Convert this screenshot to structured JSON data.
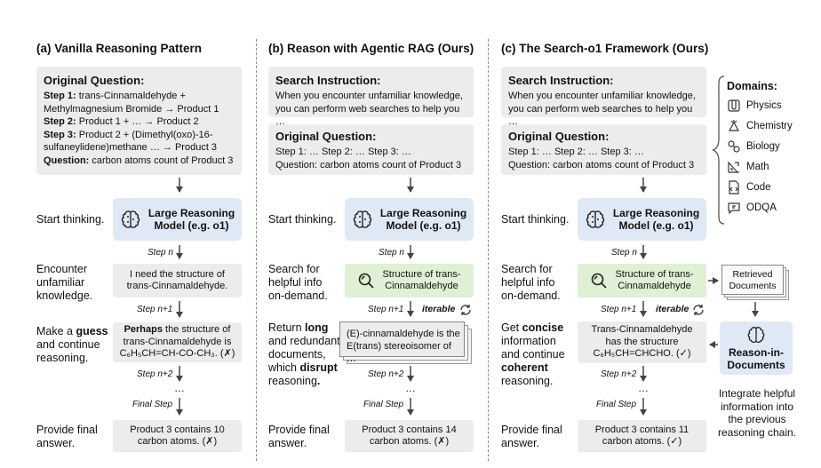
{
  "panels": {
    "a": {
      "title": "(a) Vanilla Reasoning Pattern",
      "question": {
        "header": "Original Question:",
        "step1_bold": "Step 1:",
        "step1_text1": " trans-Cinnamaldehyde +",
        "step1_text2": "Methylmagnesium Bromide → Product 1",
        "step2_bold": "Step 2:",
        "step2_text": " Product 1 + … → Product 2",
        "step3_bold": "Step 3:",
        "step3_text1": " Product 2 + (Dimethyl(oxo)-16-",
        "step3_text2": "sulfaneylidene)methane … → Product 3",
        "q_bold": "Question:",
        "q_text": " carbon atoms count of Product 3"
      },
      "label_start": "Start thinking.",
      "lrm_line1": "Large Reasoning",
      "lrm_line2": "Model (e.g. o1)",
      "step_n": "Step n",
      "label_encounter": [
        "Encounter",
        "unfamiliar",
        "knowledge."
      ],
      "need_line1": "I need the structure of",
      "need_line2": "trans-Cinnamaldehyde.",
      "step_n1": "Step n+1",
      "label_guess_1": "Make a ",
      "label_guess_bold": "guess",
      "label_guess_2": "and continue",
      "label_guess_3": "reasoning.",
      "guess_bold": "Perhaps",
      "guess_text1": " the structure of",
      "guess_text2": "trans-Cinnamaldehyde is",
      "guess_formula": "C₆H₅CH=CH-CO-CH₃. (✗)",
      "step_n2": "Step n+2",
      "dots": "…",
      "final_step": "Final Step",
      "label_final": [
        "Provide final",
        "answer."
      ],
      "answer_line1": "Product 3 contains 10",
      "answer_line2": "carbon atoms. (✗)"
    },
    "b": {
      "title": "(b) Reason with Agentic RAG (Ours)",
      "instr_header": "Search Instruction:",
      "instr_line1": "When you encounter unfamiliar knowledge,",
      "instr_line2": "you can perform web searches to help you …",
      "q_header": "Original Question:",
      "q_line1": "Step 1: … Step 2: … Step 3: …",
      "q_line2": "Question: carbon atoms count of Product 3",
      "label_start": "Start thinking.",
      "lrm_line1": "Large Reasoning",
      "lrm_line2": "Model (e.g. o1)",
      "step_n": "Step n",
      "label_search": [
        "Search for",
        "helpful info",
        "on-demand."
      ],
      "search_line1": "Structure of trans-",
      "search_line2": "Cinnamaldehyde",
      "step_n1": "Step n+1",
      "iterable": "iterable",
      "label_return_1": "Return ",
      "label_return_bold1": "long",
      "label_return_2": "and redundant",
      "label_return_3": "documents,",
      "label_return_4": "which ",
      "label_return_bold2": "disrupt",
      "label_return_5": "reasoning",
      "label_return_dot": ".",
      "doc_line1": "(E)-cinnamaldehyde is the",
      "doc_line2": "E(trans) stereoisomer of …",
      "step_n2": "Step n+2",
      "dots": "…",
      "final_step": "Final Step",
      "label_final": [
        "Provide final",
        "answer."
      ],
      "answer_line1": "Product 3 contains 14",
      "answer_line2": "carbon atoms. (✗)"
    },
    "c": {
      "title": "(c) The Search-o1 Framework (Ours)",
      "instr_header": "Search Instruction:",
      "instr_line1": "When you encounter unfamiliar knowledge,",
      "instr_line2": "you can perform web searches to help you …",
      "q_header": "Original Question:",
      "q_line1": "Step 1: … Step 2: … Step 3: …",
      "q_line2": "Question: carbon atoms count of Product 3",
      "label_start": "Start thinking.",
      "lrm_line1": "Large Reasoning",
      "lrm_line2": "Model (e.g. o1)",
      "step_n": "Step n",
      "label_search": [
        "Search for",
        "helpful info",
        "on-demand."
      ],
      "search_line1": "Structure of trans-",
      "search_line2": "Cinnamaldehyde",
      "step_n1": "Step n+1",
      "iterable": "iterable",
      "label_get_1": "Get ",
      "label_get_bold1": "concise",
      "label_get_2": "information",
      "label_get_3": "and continue",
      "label_get_bold2": "coherent",
      "label_get_4": "reasoning.",
      "struct_line1": "Trans-Cinnamaldehyde",
      "struct_line2": "has the structure",
      "struct_line3": "C₆H₅CH=CHCHO. (✓)",
      "step_n2": "Step n+2",
      "dots": "…",
      "final_step": "Final Step",
      "label_final": [
        "Provide final",
        "answer."
      ],
      "answer_line1": "Product 3 contains 11",
      "answer_line2": "carbon atoms. (✓)"
    }
  },
  "sidebar": {
    "domains_header": "Domains:",
    "domains": [
      {
        "name": "Physics",
        "icon": "physics-icon"
      },
      {
        "name": "Chemistry",
        "icon": "chemistry-icon"
      },
      {
        "name": "Biology",
        "icon": "biology-icon"
      },
      {
        "name": "Math",
        "icon": "math-icon"
      },
      {
        "name": "Code",
        "icon": "code-icon"
      },
      {
        "name": "ODQA",
        "icon": "odqa-icon"
      }
    ],
    "retrieved_line1": "Retrieved",
    "retrieved_line2": "Documents",
    "rid_line1": "Reason-in-",
    "rid_line2": "Documents",
    "integrate": [
      "Integrate helpful",
      "information into",
      "the previous",
      "reasoning chain."
    ]
  },
  "colors": {
    "gray_box": "#ececec",
    "lrm_blue": "#dfe9f6",
    "search_green": "#dff0d4",
    "arrow": "#444444"
  }
}
